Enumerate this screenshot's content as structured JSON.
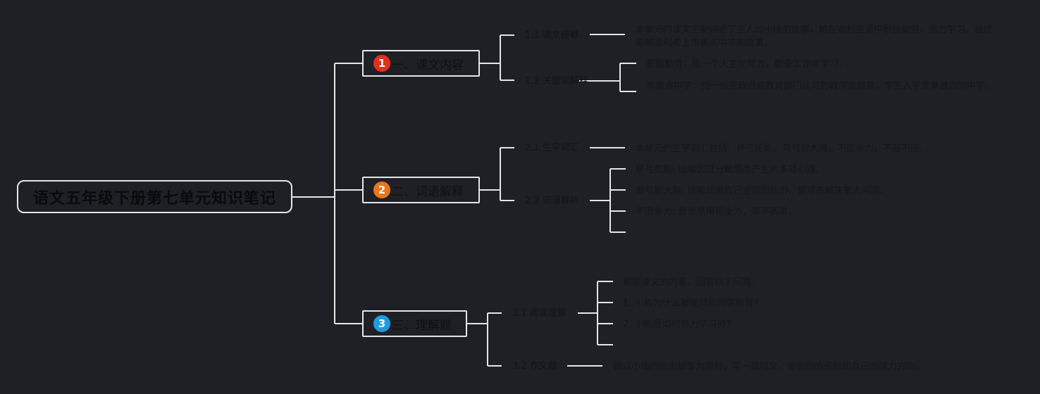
{
  "root": {
    "title": "语文五年级下册第七单元知识笔记"
  },
  "colors": {
    "background": "#1e2026",
    "line": "#e6e6e6",
    "badge_1": "#e0301e",
    "badge_2": "#e8761a",
    "badge_3": "#1e9be0"
  },
  "topics": [
    {
      "number": "1",
      "title": "一、课文内容",
      "subs": [
        {
          "label": "1.1 课文梗概",
          "leaves": [
            "本单元的课文主要讲述了主人公小梅的故事，她在农村生活中积极勤劳，努力学习，最终能够顺利考上市重点中学的故事。"
          ]
        },
        {
          "label": "1.2 关键词解释",
          "leaves": [
            "积极勤劳：指一个人主动努力，勤奋工作或学习。",
            "市重点中学：指一所受政府或教育部门认可的教学质量高，学生入学竞争激烈的中学。"
          ]
        }
      ]
    },
    {
      "number": "2",
      "title": "二、词语解释",
      "subs": [
        {
          "label": "2.1 生字词汇",
          "leaves": [
            "本单元的生字词汇包括：杯弓蛇影、弯弓射大雕、不遗余力、不屈不挠。"
          ]
        },
        {
          "label": "2.2 词语解析",
          "leaves": [
            "杯弓蛇影: 比喻因过分敏感而产生的多疑心理。",
            "弯弓射大雕: 比喻动用自己全部的能力、智慧去解决重大问题。",
            "不遗余力: 意思是用尽全力，毫不吝啬。"
          ]
        }
      ]
    },
    {
      "number": "3",
      "title": "三、理解题",
      "subs": [
        {
          "label": "3.1 阅读理解",
          "leaves": [
            "根据课文的内容，回答以下问题：",
            "1. 小梅为什么被老师和同学称赞？",
            "2. 小梅是如何努力学习的？"
          ]
        },
        {
          "label": "3.2 作文题",
          "leaves": [
            "请以小梅的励志故事为题材，写一篇短文，谈谈你的感想和自己的努力方向。"
          ]
        }
      ]
    }
  ]
}
